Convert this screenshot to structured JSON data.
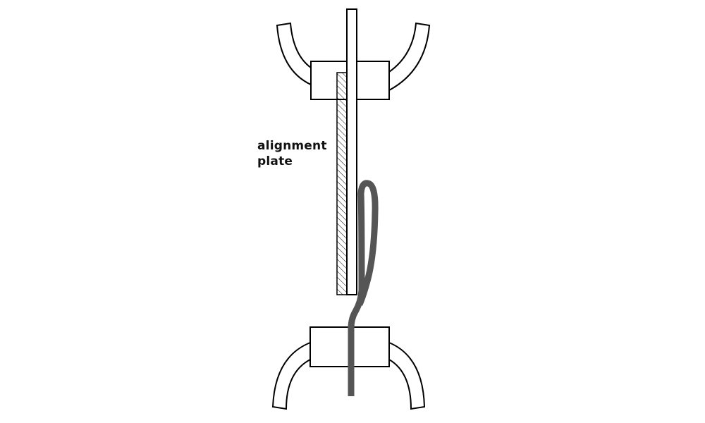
{
  "diagram": {
    "labels": {
      "alignment_plate": {
        "line1": "alignment",
        "line2": "plate"
      }
    },
    "colors": {
      "outline": "#000000",
      "fill": "#ffffff",
      "cable": "#555555",
      "hatch": "#000000"
    },
    "components": [
      "vertical-rod",
      "top-clamp-block",
      "top-left-arm",
      "top-right-arm",
      "alignment-plate",
      "bottom-clamp-block",
      "bottom-left-arm",
      "bottom-right-arm",
      "cable"
    ]
  }
}
